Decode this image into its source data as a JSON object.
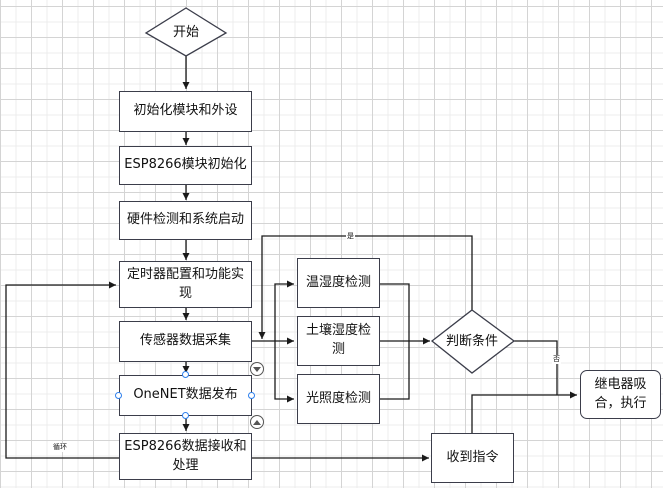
{
  "nodes": {
    "start": "开始",
    "init_modules": "初始化模块和外设",
    "esp_init": "ESP8266模块初始化",
    "hw_check": "硬件检测和系统启动",
    "timer_config": "定时器配置和功能实现",
    "sensor_collect": "传感器数据采集",
    "onenet_publish": "OneNET数据发布",
    "esp_receive": "ESP8266数据接收和处理",
    "temp_humidity": "温湿度检测",
    "soil_humidity": "土壤湿度检测",
    "light_intensity": "光照度检测",
    "decision": "判断条件",
    "relay": "继电器吸合，执行",
    "command_received": "收到指令"
  },
  "edge_labels": {
    "yes": "是",
    "no": "否",
    "loop": "循环"
  },
  "colors": {
    "line": "#1a1a1a",
    "node_border": "#3b3d4a",
    "selection_handle": "#2f80ed"
  }
}
